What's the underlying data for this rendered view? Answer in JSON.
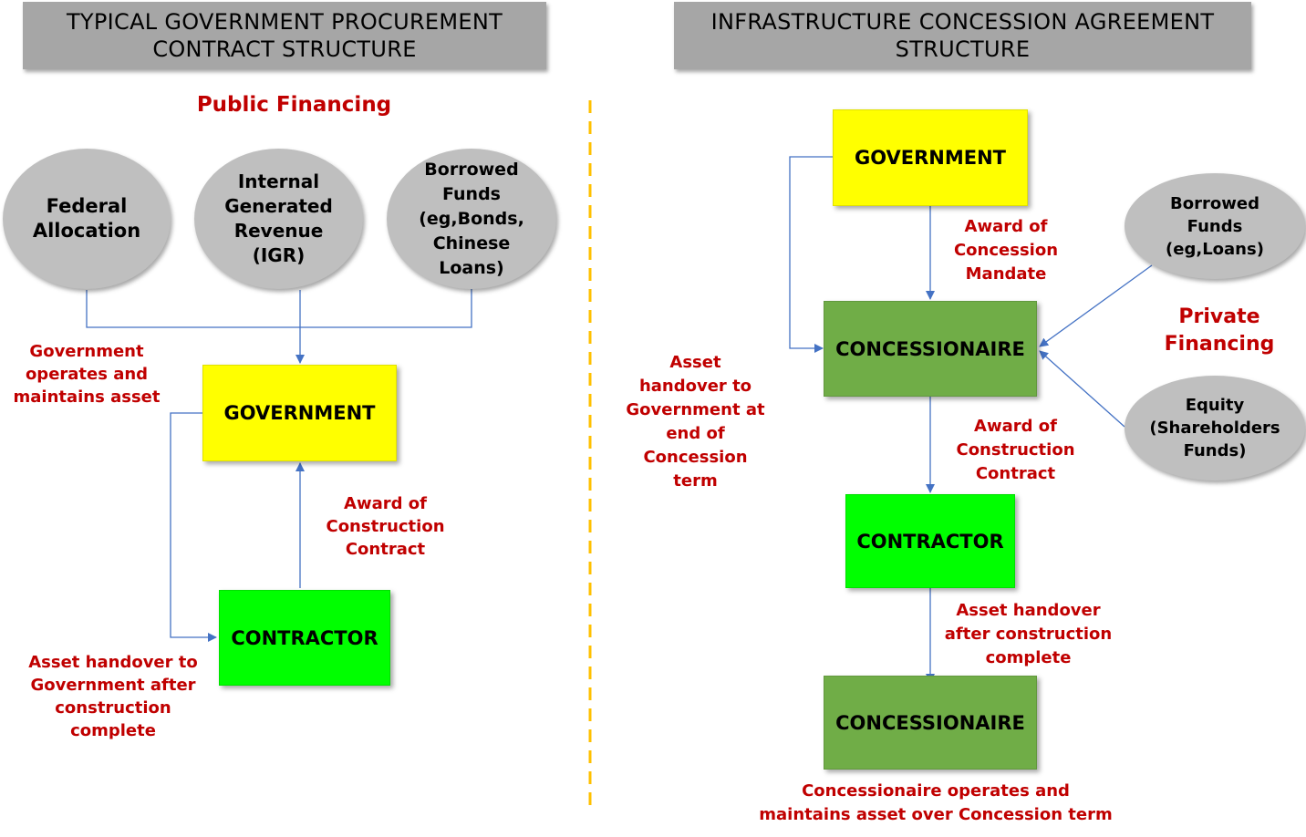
{
  "left": {
    "header": "TYPICAL GOVERNMENT PROCUREMENT\nCONTRACT STRUCTURE",
    "financing_label": "Public Financing",
    "sources": [
      "Federal\nAllocation",
      "Internal\nGenerated\nRevenue\n(IGR)",
      "Borrowed\nFunds\n(eg,Bonds,\nChinese\nLoans)"
    ],
    "government": "GOVERNMENT",
    "contractor": "CONTRACTOR",
    "gov_operates": "Government\noperates and\nmaintains asset",
    "award": "Award of\nConstruction\nContract",
    "handover": "Asset handover to\nGovernment after\nconstruction\ncomplete"
  },
  "right": {
    "header": "INFRASTRUCTURE CONCESSION AGREEMENT\nSTRUCTURE",
    "government": "GOVERNMENT",
    "concessionaire": "CONCESSIONAIRE",
    "contractor": "CONTRACTOR",
    "concessionaire_2": "CONCESSIONAIRE",
    "award_mandate": "Award of\nConcession\nMandate",
    "award_contract": "Award of\nConstruction\nContract",
    "handover_after": "Asset handover\nafter construction\ncomplete",
    "handover_end": "Asset\nhandover to\nGovernment at\nend of\nConcession\nterm",
    "private_financing": "Private\nFinancing",
    "borrowed": "Borrowed\nFunds\n(eg,Loans)",
    "equity": "Equity\n(Shareholders\nFunds)",
    "operates": "Concessionaire operates and\nmaintains asset over Concession term"
  },
  "colors": {
    "header_gray": "#a6a6a6",
    "oval_gray": "#bfbfbf",
    "yellow": "#ffff00",
    "bright_green": "#00ff00",
    "olive_green": "#70ad47",
    "dark_red": "#c00000",
    "arrow_blue": "#4472c4",
    "divider_orange": "#ffc000"
  }
}
